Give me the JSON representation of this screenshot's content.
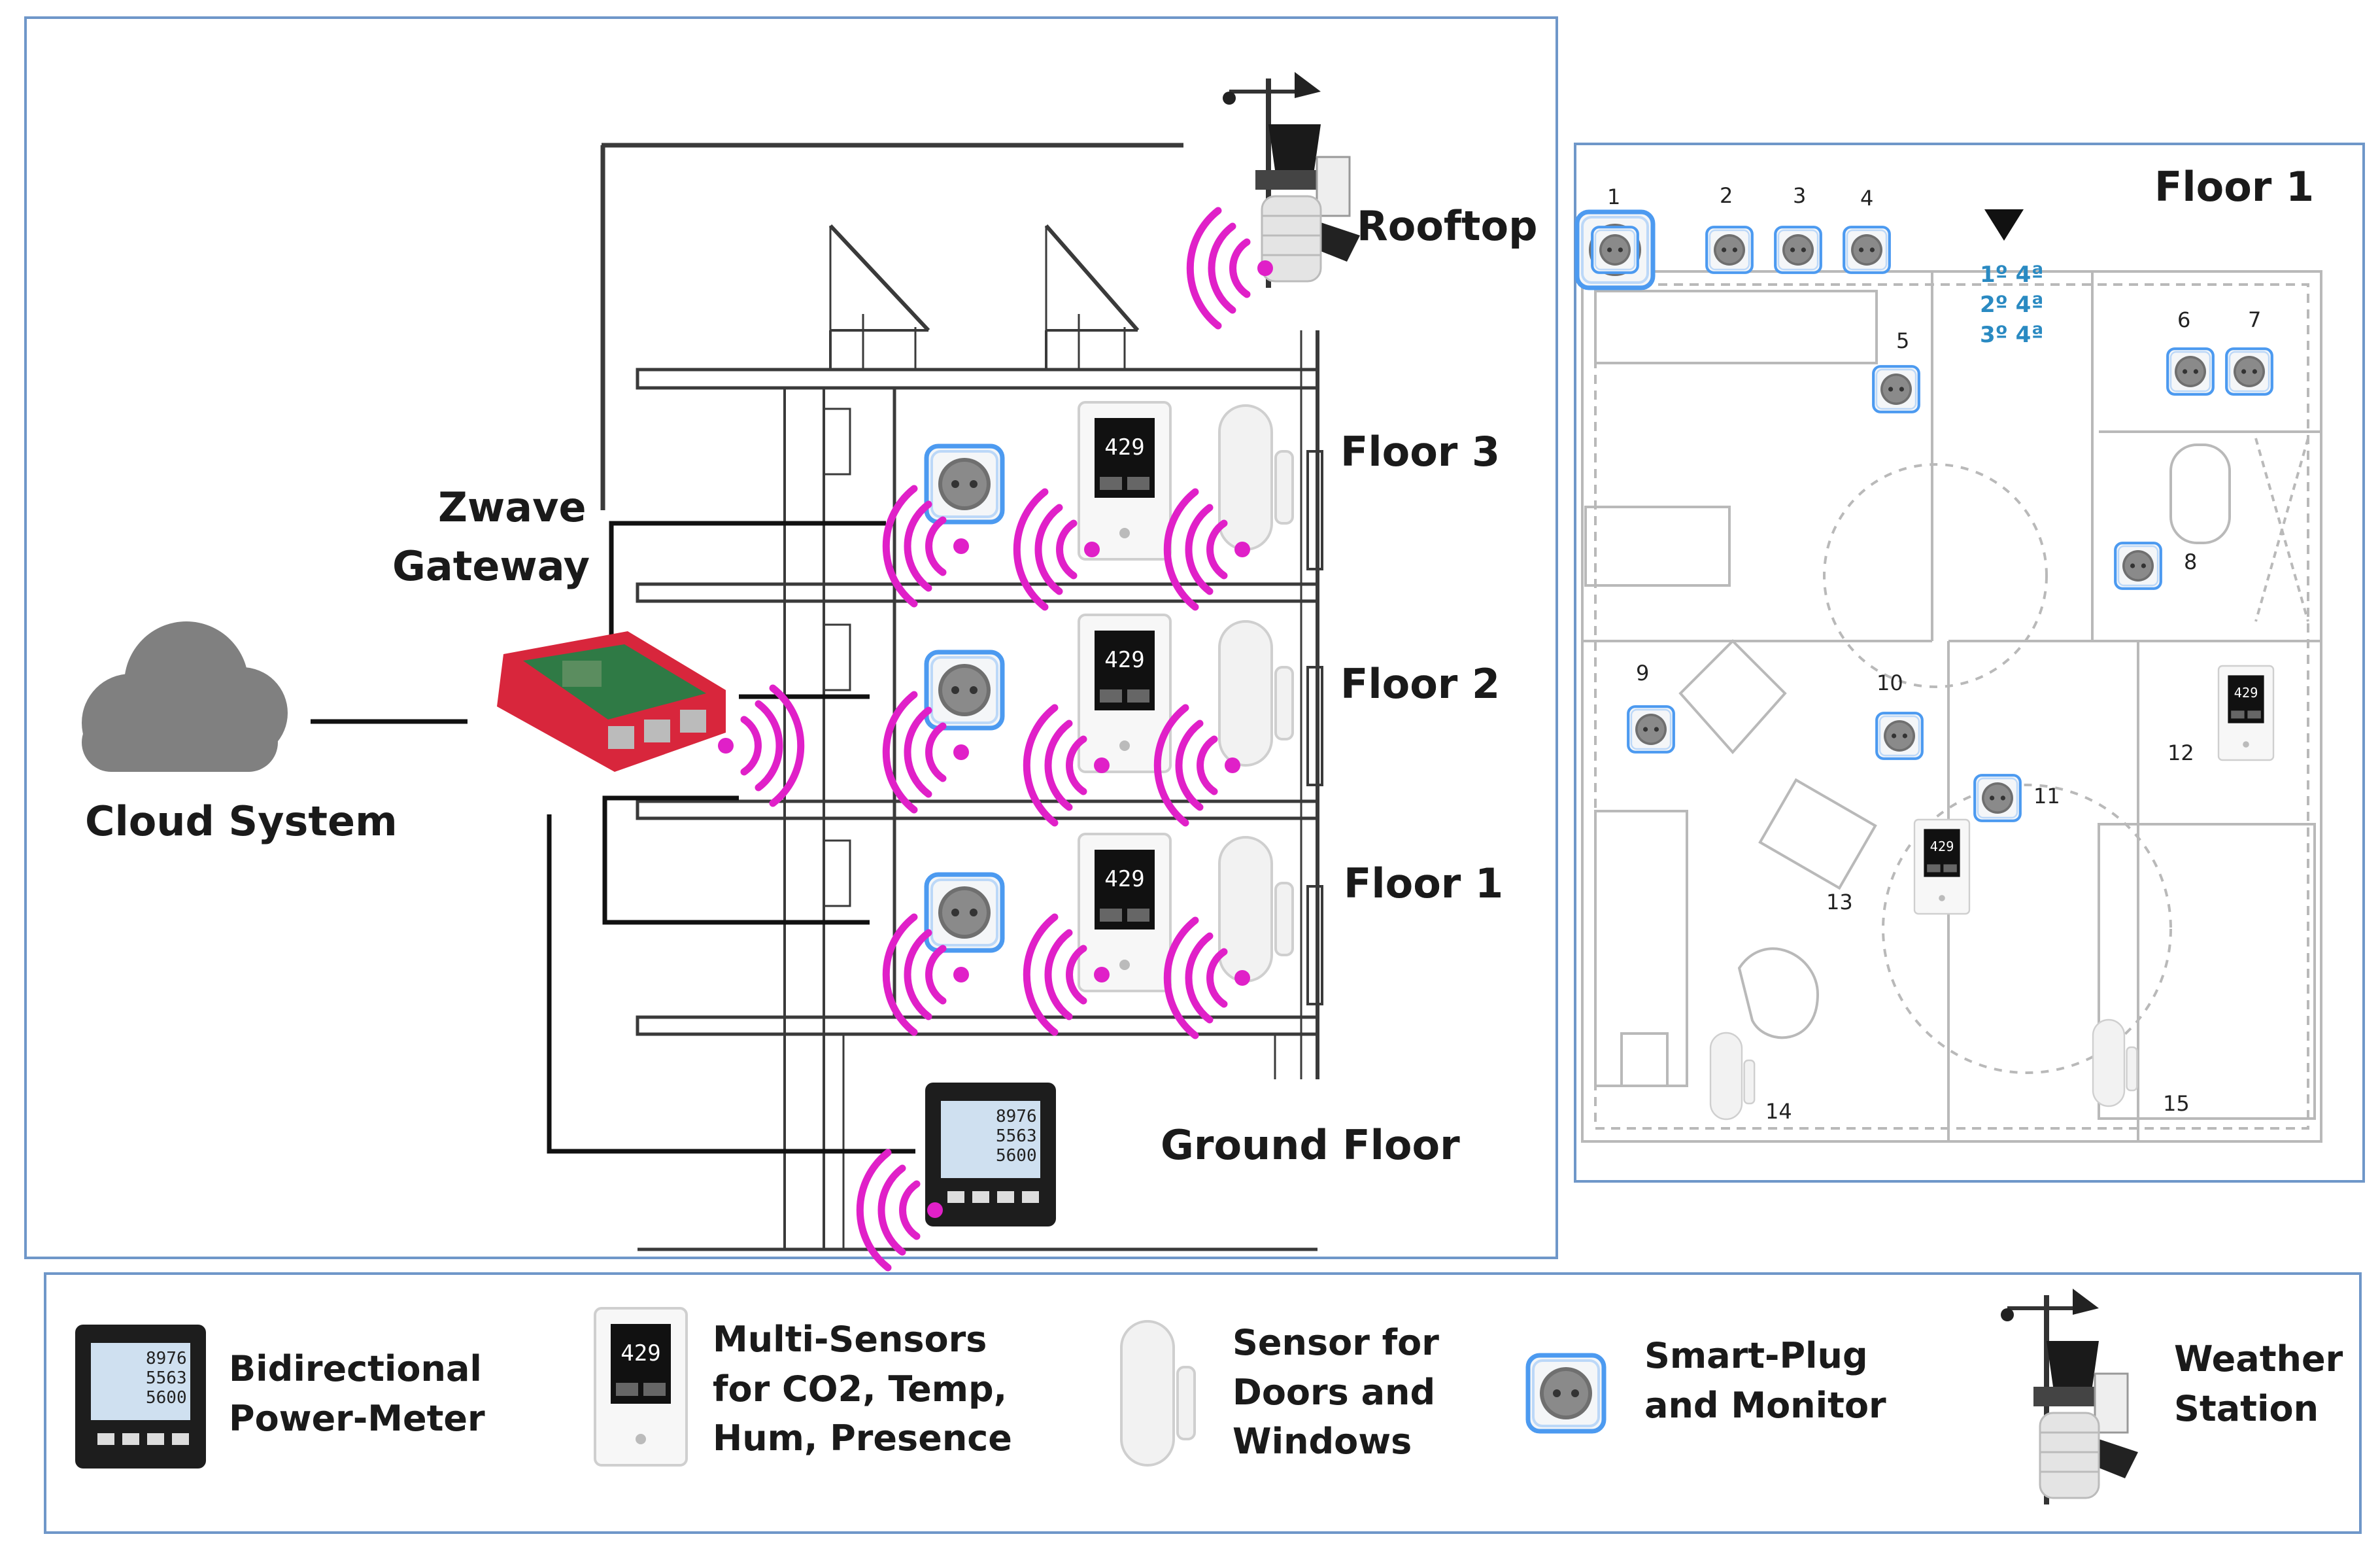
{
  "labels": {
    "rooftop": "Rooftop",
    "floor3": "Floor 3",
    "floor2": "Floor 2",
    "floor1": "Floor 1",
    "ground_floor": "Ground Floor",
    "gateway_line1": "Zwave",
    "gateway_line2": "Gateway",
    "cloud_system": "Cloud System"
  },
  "floorplan": {
    "title": "Floor 1",
    "device_numbers": [
      "1",
      "2",
      "3",
      "4",
      "5",
      "6",
      "7",
      "8",
      "9",
      "10",
      "11",
      "12",
      "13",
      "14",
      "15"
    ],
    "stair_labels": [
      "1º 4ª",
      "2º 4ª",
      "3º 4ª"
    ]
  },
  "legend": [
    {
      "label": "Bidirectional Power-Meter",
      "icon": "power-meter-icon"
    },
    {
      "label": "Multi-Sensors for CO2, Temp, Hum, Presence",
      "icon": "multi-sensor-icon"
    },
    {
      "label": "Sensor for Doors and Windows",
      "icon": "door-sensor-icon"
    },
    {
      "label": "Smart-Plug and Monitor",
      "icon": "smart-plug-icon"
    },
    {
      "label": "Weather Station",
      "icon": "weather-station-icon"
    }
  ],
  "colors": {
    "panel_border": "#6f97c9",
    "wireless_signal": "#e020c8",
    "gateway": "#d8263c",
    "cloud": "#808080",
    "smart_plug_glow": "#3d8ee8",
    "stair_text": "#2a8ac2"
  }
}
